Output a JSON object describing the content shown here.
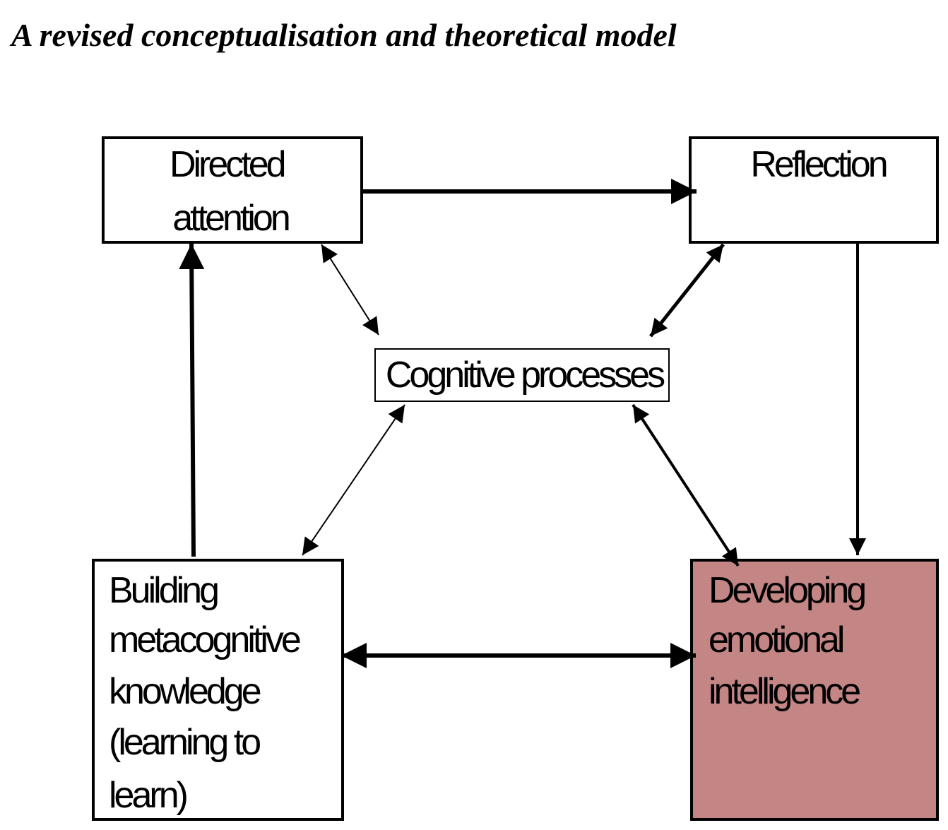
{
  "title": "A revised conceptualisation and theoretical model",
  "nodes": {
    "directed_attention": {
      "lines": [
        "Directed",
        "attention"
      ]
    },
    "reflection": {
      "lines": [
        "Reflection"
      ]
    },
    "cognitive_processes": {
      "lines": [
        "Cognitive processes"
      ]
    },
    "building_metacognitive": {
      "lines": [
        "Building",
        "metacognitive",
        "knowledge",
        "(learning to",
        "learn)"
      ]
    },
    "developing_ei": {
      "lines": [
        "Developing",
        "emotional",
        "intelligence"
      ],
      "fill": "#c48585"
    }
  }
}
